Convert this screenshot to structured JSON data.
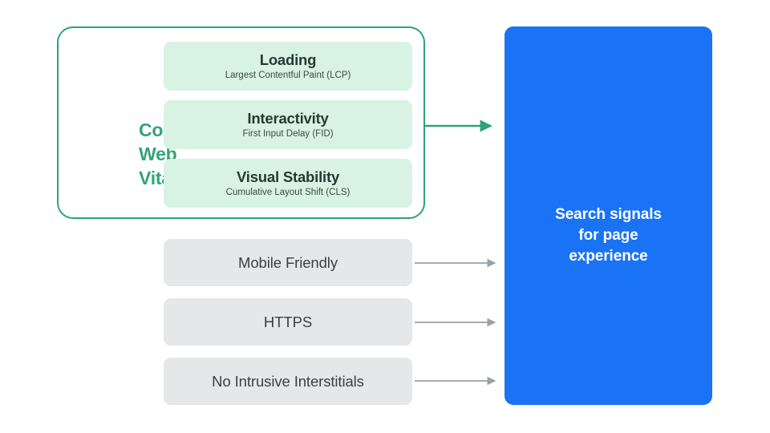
{
  "diagram": {
    "title": "Search signals for page experience",
    "colors": {
      "green_accent": "#2da37c",
      "green_label": "#34a478",
      "green_card_bg": "#d8f3e3",
      "gray_card_bg": "#e6e7e8",
      "blue_panel": "#1a73f5",
      "arrow_gray": "#9aa0a6",
      "text_dark": "#3c4043",
      "text_white": "#ffffff"
    }
  },
  "core_web_vitals": {
    "group_label": "Core\nWeb\nVitals",
    "group_label_lines": [
      "Core",
      "Web",
      "Vitals"
    ],
    "metrics": [
      {
        "title": "Loading",
        "subtitle": "Largest Contentful Paint (LCP)"
      },
      {
        "title": "Interactivity",
        "subtitle": "First Input Delay (FID)"
      },
      {
        "title": "Visual Stability",
        "subtitle": "Cumulative Layout Shift (CLS)"
      }
    ]
  },
  "other_signals": [
    {
      "label": "Mobile Friendly"
    },
    {
      "label": "HTTPS"
    },
    {
      "label": "No Intrusive Interstitials"
    }
  ],
  "destination": {
    "text": "Search signals\nfor page\nexperience"
  },
  "icons": {
    "arrow_green": "arrow-right-green-icon",
    "arrow_gray": "arrow-right-gray-icon"
  }
}
